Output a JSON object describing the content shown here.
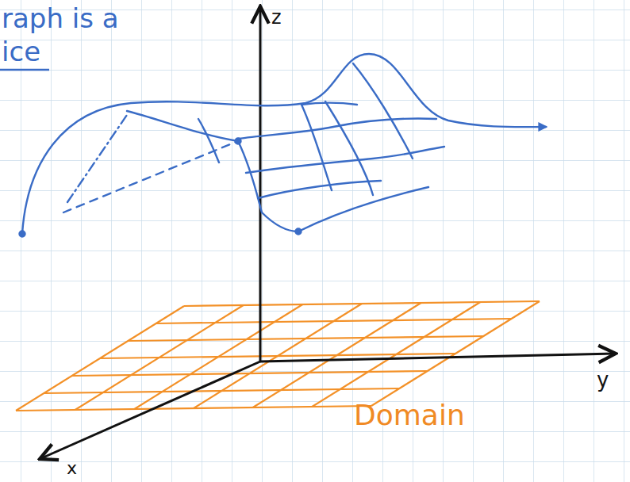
{
  "diagram": {
    "labels": [
      "raph is a",
      "ice",
      "z",
      "y",
      "x",
      "Domain"
    ]
  }
}
